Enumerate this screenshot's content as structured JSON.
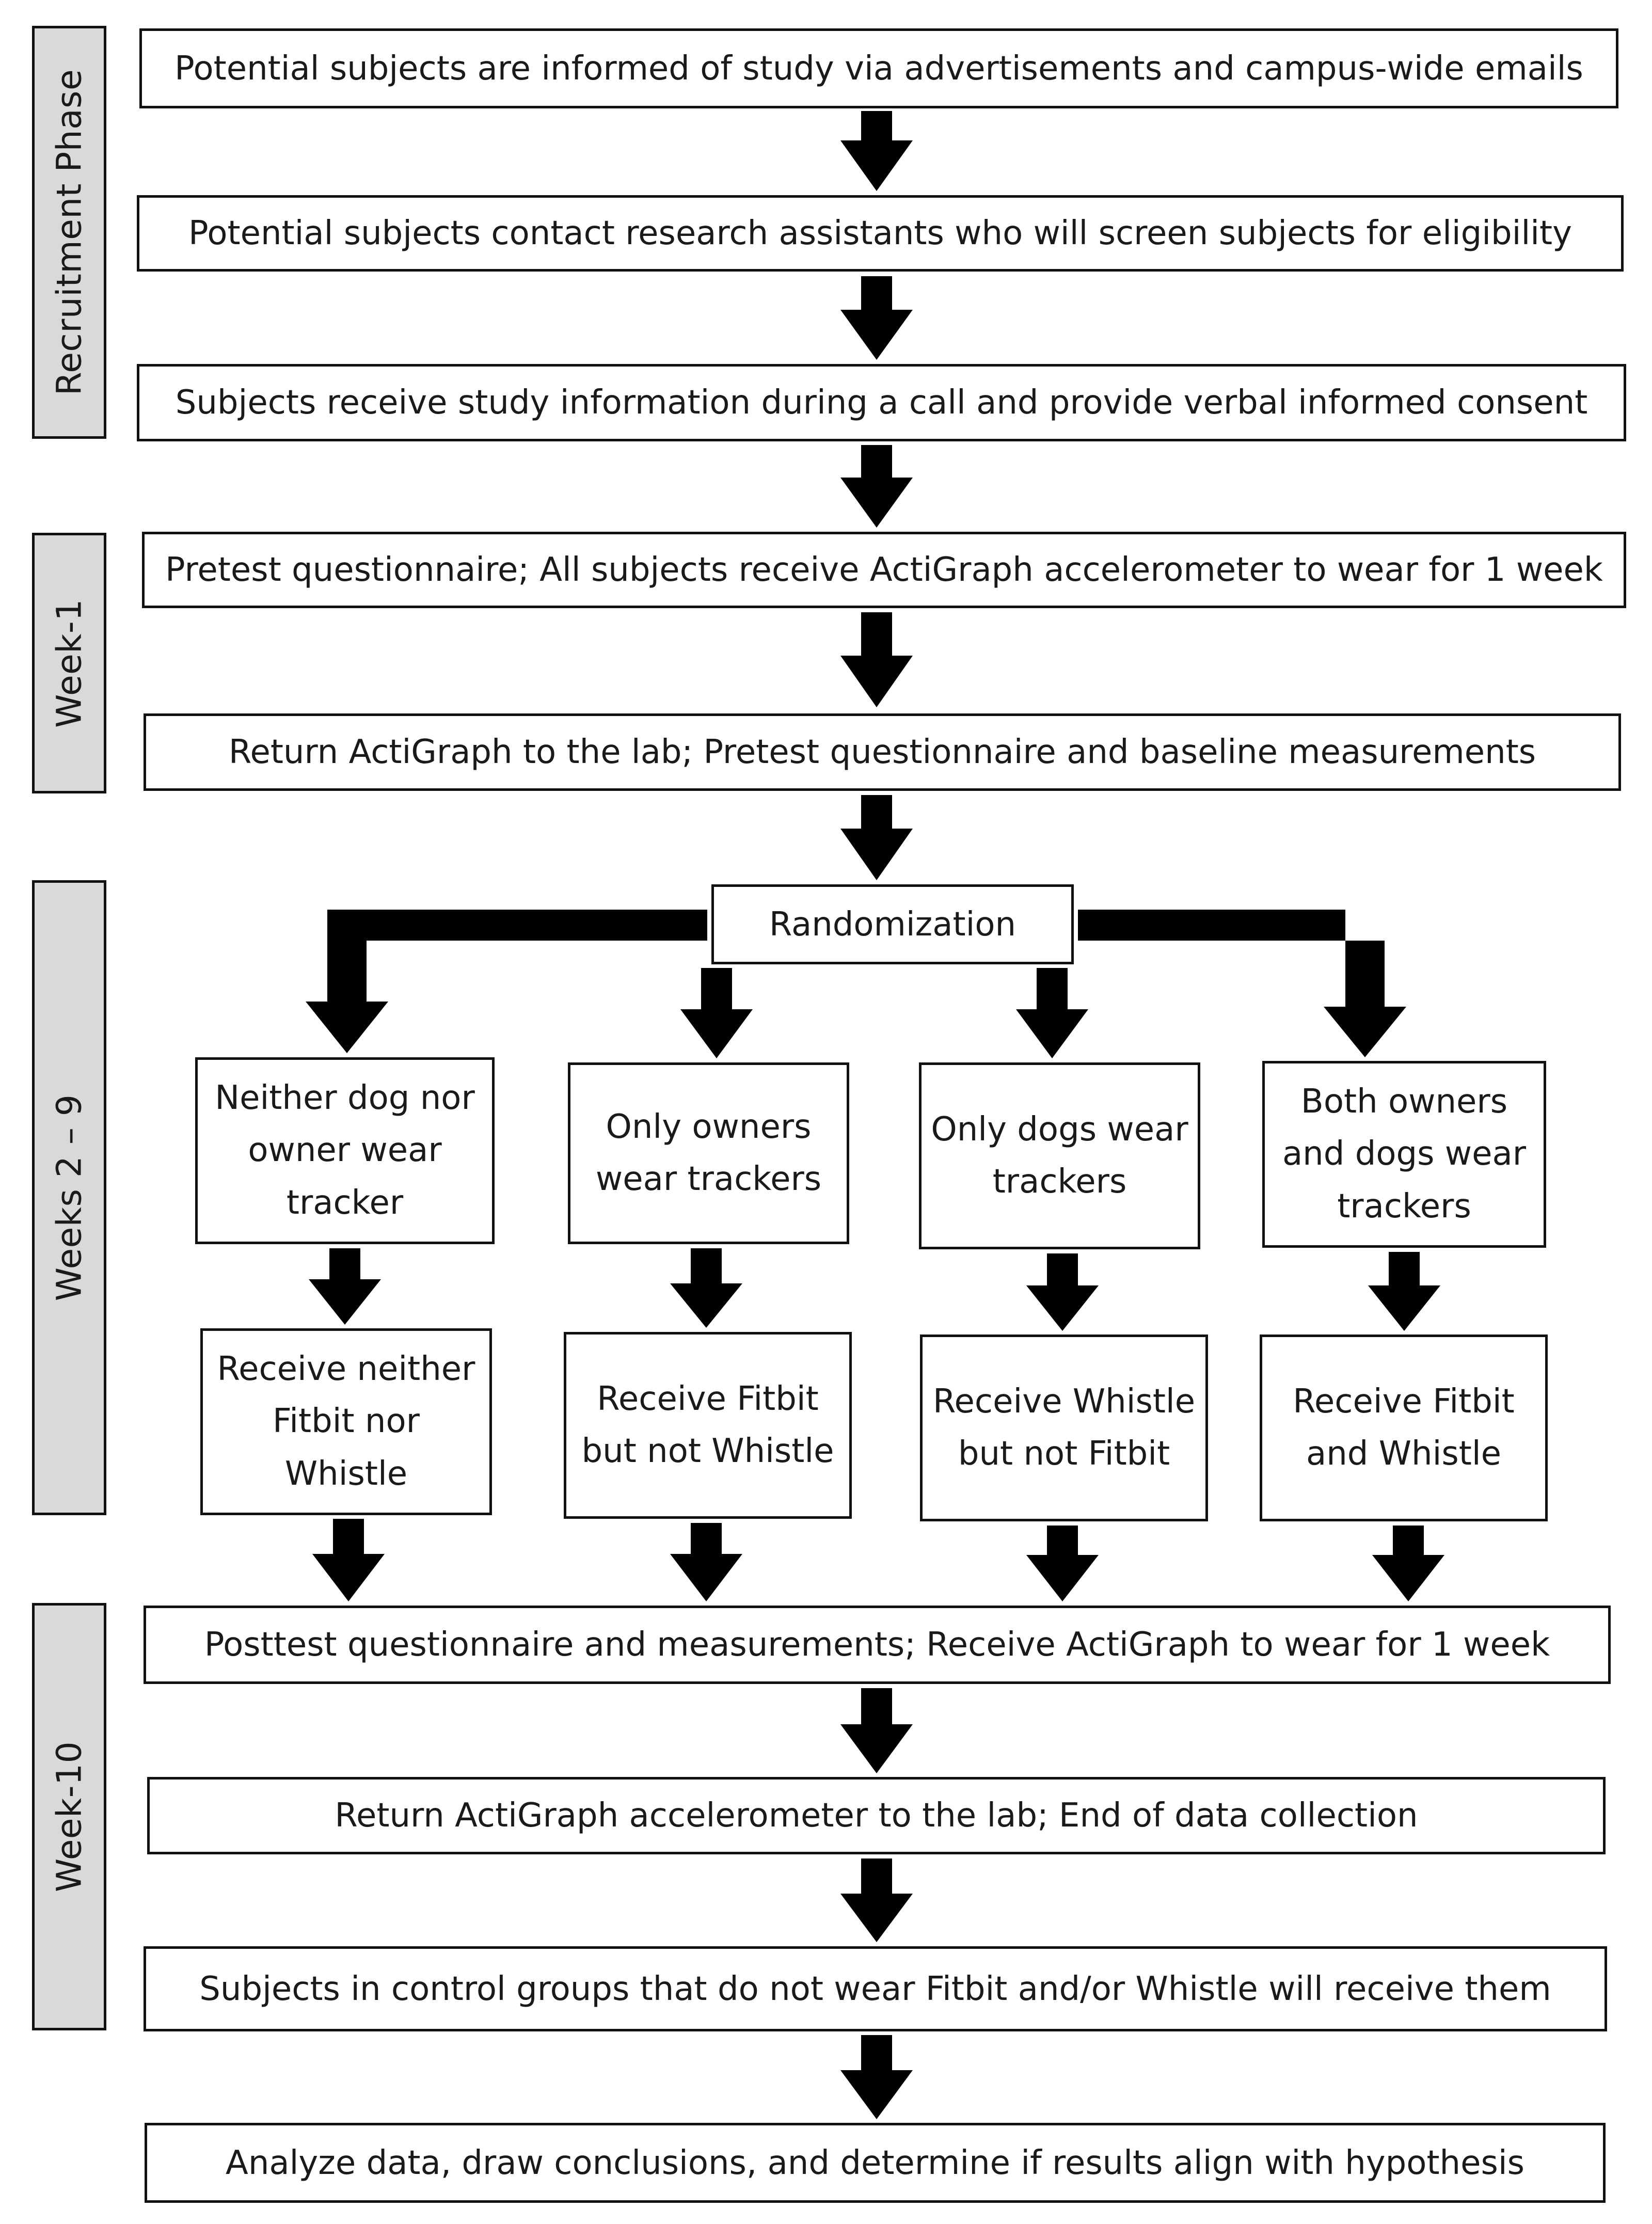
{
  "phases": {
    "recruitment": "Recruitment Phase",
    "week1": "Week-1",
    "weeks2_9": "Weeks 2 – 9",
    "week10": "Week-10"
  },
  "steps": {
    "s1": "Potential subjects are informed of study via advertisements and campus-wide emails",
    "s2": "Potential subjects contact research assistants who will screen subjects for eligibility",
    "s3": "Subjects receive study information during a call and provide verbal informed consent",
    "s4": "Pretest questionnaire; All subjects receive ActiGraph accelerometer to wear for 1 week",
    "s5": "Return ActiGraph to the lab; Pretest questionnaire and baseline measurements",
    "randomization": "Randomization",
    "s10": "Posttest questionnaire and measurements; Receive ActiGraph to wear for 1 week",
    "s11": "Return ActiGraph accelerometer to the lab; End of data collection",
    "s12": "Subjects in control groups that do not wear Fitbit and/or Whistle will receive them",
    "s13": "Analyze data, draw conclusions, and determine if results align with hypothesis"
  },
  "groups": {
    "g1": "Neither dog nor owner wear tracker",
    "g2": "Only owners wear trackers",
    "g3": "Only dogs wear trackers",
    "g4": "Both owners and dogs wear trackers"
  },
  "devices": {
    "d1": "Receive neither Fitbit nor Whistle",
    "d2": "Receive Fitbit but not Whistle",
    "d3": "Receive Whistle but not Fitbit",
    "d4": "Receive Fitbit and Whistle"
  }
}
